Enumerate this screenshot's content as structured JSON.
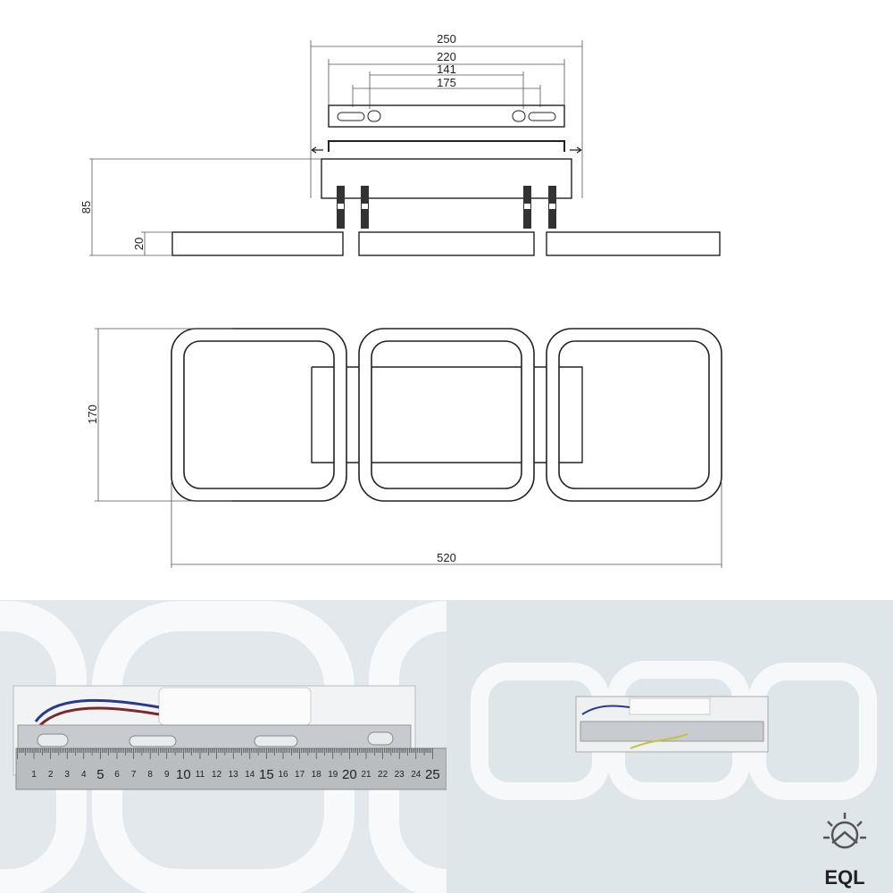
{
  "dimensions": {
    "plate_width": "250",
    "hole_spacing_outer": "220",
    "hole_spacing_inner": "141",
    "hole_spacing_mid": "175",
    "total_height": "85",
    "frame_thickness": "20",
    "frame_depth": "170",
    "total_length": "520"
  },
  "ruler": {
    "major_numbers": [
      "5",
      "10",
      "15",
      "20",
      "25"
    ],
    "minor_numbers": [
      "1",
      "2",
      "3",
      "4",
      "6",
      "7",
      "8",
      "9",
      "11",
      "12",
      "13",
      "14",
      "16",
      "17",
      "18",
      "19",
      "21",
      "22",
      "23",
      "24"
    ]
  },
  "colors": {
    "line": "#222222",
    "photo_bg": "#dfe5e9",
    "ring": "#f7f8f9",
    "metal": "#c9cdd0",
    "ruler": "#b6babc"
  },
  "logo": {
    "text": "EQL",
    "icon": "sun-house-logo-icon"
  }
}
